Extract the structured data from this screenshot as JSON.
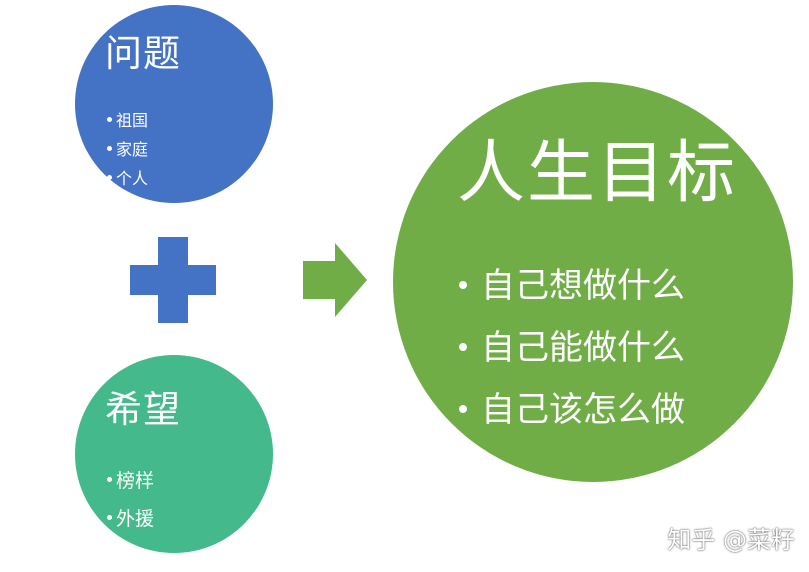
{
  "colors": {
    "problem_circle": "#4472c4",
    "hope_circle": "#43b98c",
    "goal_circle": "#70ad47",
    "plus_sign": "#4472c4",
    "arrow": "#70ad47"
  },
  "problem": {
    "title": "问题",
    "items": [
      "祖国",
      "家庭",
      "个人"
    ]
  },
  "hope": {
    "title": "希望",
    "items": [
      "榜样",
      "外援"
    ]
  },
  "goal": {
    "title": "人生目标",
    "items": [
      "自己想做什么",
      "自己能做什么",
      "自己该怎么做"
    ]
  },
  "icons": {
    "plus": "plus-icon",
    "arrow": "arrow-right-icon"
  },
  "watermark": "知乎 @菜籽"
}
